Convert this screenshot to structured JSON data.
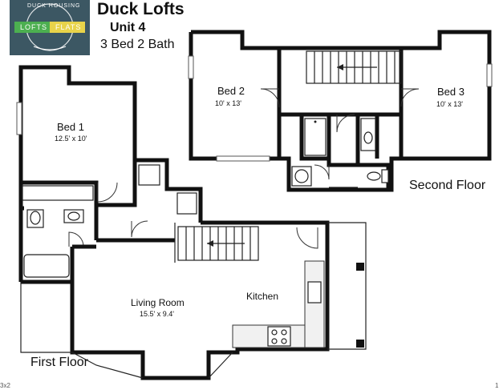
{
  "header": {
    "title": "Duck Lofts",
    "unit": "Unit 4",
    "beds_baths": "3 Bed 2 Bath"
  },
  "logo": {
    "arc_text": "DUCK HOUSING",
    "left_word": "LOFTS",
    "right_word": "FLATS",
    "colors": {
      "background": "#3c5763",
      "left_word": "#4caf50",
      "right_word": "#e8d34a"
    }
  },
  "floors": {
    "second": "Second Floor",
    "first": "First Floor"
  },
  "rooms": {
    "bed2": {
      "name": "Bed 2",
      "size": "10' x 13'"
    },
    "bed3": {
      "name": "Bed 3",
      "size": "10' x 13'"
    },
    "bed1": {
      "name": "Bed 1",
      "size": "12.5' x 10'"
    },
    "living": {
      "name": "Living Room",
      "size": "15.5' x 9.4'"
    },
    "kitchen": {
      "name": "Kitchen"
    }
  },
  "footer": {
    "left_code": "3x2",
    "page_number": "1"
  }
}
